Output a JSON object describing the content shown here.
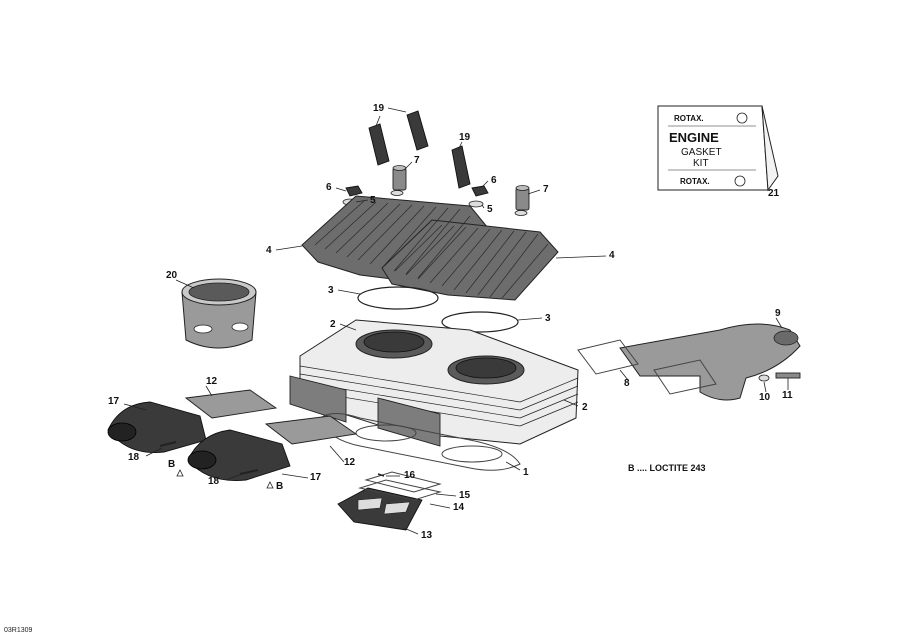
{
  "kit": {
    "brand_top": "ROTAX.",
    "title": "ENGINE",
    "subtitle_line1": "GASKET",
    "subtitle_line2": "KIT",
    "brand_bottom": "ROTAX."
  },
  "callouts": {
    "c1": "1",
    "c2a": "2",
    "c2b": "2",
    "c3a": "3",
    "c3b": "3",
    "c4a": "4",
    "c4b": "4",
    "c5a": "5",
    "c5b": "5",
    "c6a": "6",
    "c6b": "6",
    "c7a": "7",
    "c7b": "7",
    "c8": "8",
    "c9": "9",
    "c10": "10",
    "c11": "11",
    "c12a": "12",
    "c12b": "12",
    "c13": "13",
    "c14": "14",
    "c15": "15",
    "c16": "16",
    "c17a": "17",
    "c17b": "17",
    "c18a": "18",
    "c18b": "18",
    "c19a": "19",
    "c19b": "19",
    "c20": "20",
    "c21": "21",
    "ba": "B",
    "bb": "B"
  },
  "note": "B .... LOCTITE 243",
  "drawing_code": "03R1309"
}
